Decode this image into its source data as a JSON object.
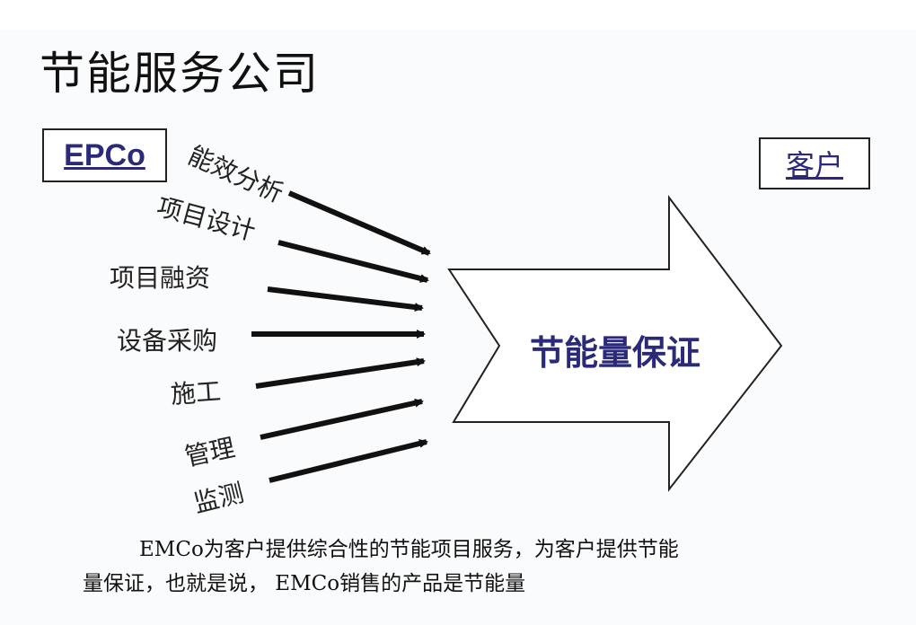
{
  "title": "节能服务公司",
  "provider_box": "EPCo",
  "client_box": "客户",
  "services": [
    "能效分析",
    "项目设计",
    "项目融资",
    "设备采购",
    "施工",
    "管理",
    "监测"
  ],
  "central_arrow_label": "节能量保证",
  "description": {
    "line1": "EMCo为客户提供综合性的节能项目服务，为客户提供节能",
    "line2": "量保证，也就是说， EMCo销售的产品是节能量"
  }
}
